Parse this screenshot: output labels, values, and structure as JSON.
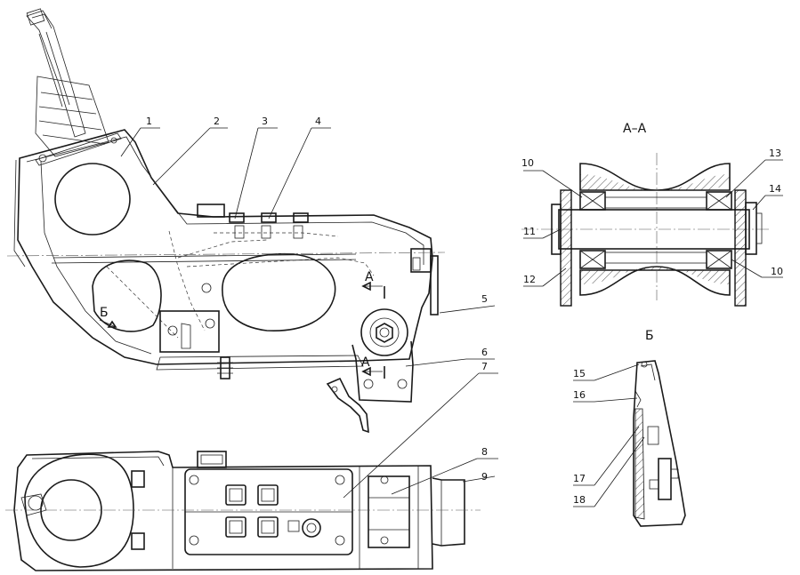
{
  "section_aa_title": "А–А",
  "view_b_title": "Б",
  "section_marks": {
    "a_upper": "А",
    "a_lower": "А",
    "b": "Б"
  },
  "callouts": [
    "1",
    "2",
    "3",
    "4",
    "5",
    "6",
    "7",
    "8",
    "9",
    "10",
    "11",
    "12",
    "13",
    "14",
    "10",
    "15",
    "16",
    "17",
    "18"
  ]
}
